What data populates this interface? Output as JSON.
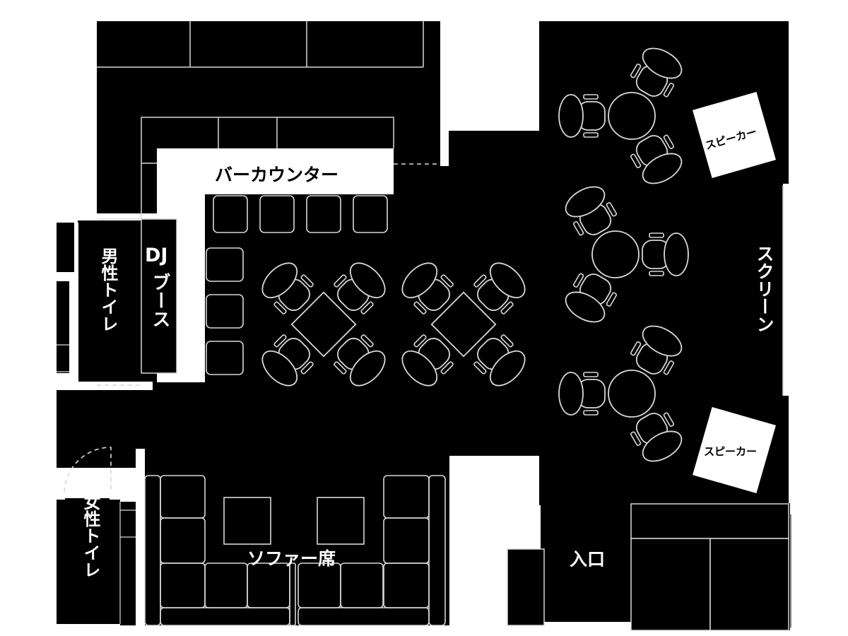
{
  "floorplan": {
    "title": "",
    "colors": {
      "floor": "#000000",
      "outside": "#ffffff",
      "line": "#d8d8d8"
    },
    "labels": {
      "bar_counter": "バーカウンター",
      "dj_booth_1": "DJ",
      "dj_booth_2": "ブース",
      "mens_toilet": "男性トイレ",
      "womens_toilet": "女性トイレ",
      "sofa_seats": "ソファー席",
      "entrance": "入口",
      "screen": "スクリーン",
      "speaker_top": "スピーカー",
      "speaker_bottom": "スピーカー"
    },
    "areas": [
      {
        "id": "bar-counter",
        "label_key": "bar_counter"
      },
      {
        "id": "dj-booth",
        "label_key": "dj_booth"
      },
      {
        "id": "mens-toilet",
        "label_key": "mens_toilet"
      },
      {
        "id": "womens-toilet",
        "label_key": "womens_toilet"
      },
      {
        "id": "sofa-seating",
        "label_key": "sofa_seats"
      },
      {
        "id": "entrance",
        "label_key": "entrance"
      },
      {
        "id": "screen",
        "label_key": "screen"
      },
      {
        "id": "speaker-top",
        "label_key": "speaker_top"
      },
      {
        "id": "speaker-bottom",
        "label_key": "speaker_bottom"
      }
    ],
    "furniture_counts": {
      "bar_stools": 4,
      "wall_bench_seats": 3,
      "square_tables_4_chairs": 2,
      "round_tables_3_chairs": 3,
      "sofa_low_tables": 2
    }
  }
}
